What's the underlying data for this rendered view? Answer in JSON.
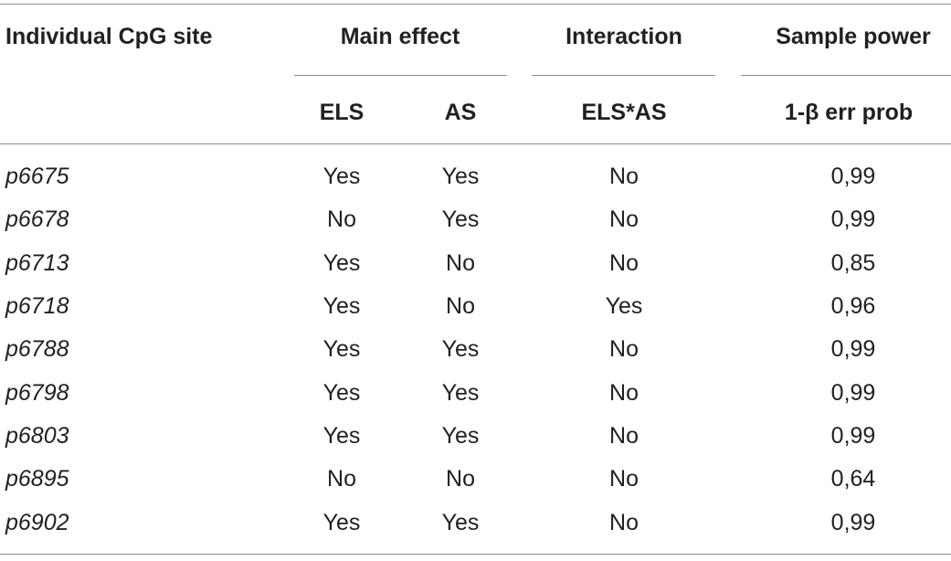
{
  "header": {
    "col_site": "Individual CpG site",
    "group_main": "Main effect",
    "group_interaction": "Interaction",
    "group_power": "Sample power",
    "sub_els": "ELS",
    "sub_as": "AS",
    "sub_int": "ELS*AS",
    "sub_power": "1-β err prob"
  },
  "rows": [
    {
      "site": "p6675",
      "els": "Yes",
      "as": "Yes",
      "interaction": "No",
      "power": "0,99"
    },
    {
      "site": "p6678",
      "els": "No",
      "as": "Yes",
      "interaction": "No",
      "power": "0,99"
    },
    {
      "site": "p6713",
      "els": "Yes",
      "as": "No",
      "interaction": "No",
      "power": "0,85"
    },
    {
      "site": "p6718",
      "els": "Yes",
      "as": "No",
      "interaction": "Yes",
      "power": "0,96"
    },
    {
      "site": "p6788",
      "els": "Yes",
      "as": "Yes",
      "interaction": "No",
      "power": "0,99"
    },
    {
      "site": "p6798",
      "els": "Yes",
      "as": "Yes",
      "interaction": "No",
      "power": "0,99"
    },
    {
      "site": "p6803",
      "els": "Yes",
      "as": "Yes",
      "interaction": "No",
      "power": "0,99"
    },
    {
      "site": "p6895",
      "els": "No",
      "as": "No",
      "interaction": "No",
      "power": "0,64"
    },
    {
      "site": "p6902",
      "els": "Yes",
      "as": "Yes",
      "interaction": "No",
      "power": "0,99"
    }
  ]
}
